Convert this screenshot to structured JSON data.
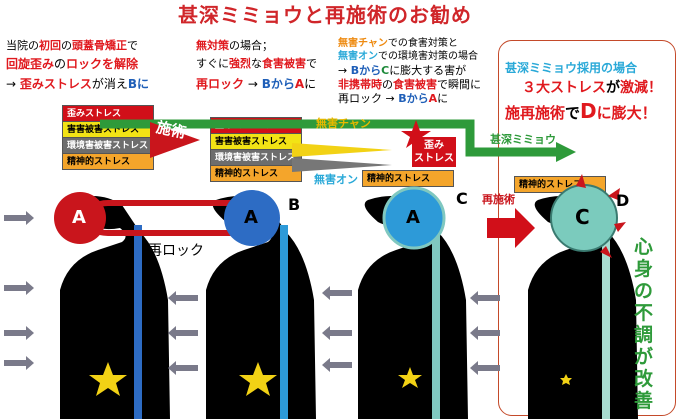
{
  "title": "甚深ミミョウと再施術のお勧め",
  "col1": {
    "l1a": "当院の",
    "l1b": "初回",
    "l1c": "の",
    "l1d": "頭蓋骨矯正",
    "l1e": "で",
    "l2a": "回旋歪み",
    "l2b": "の",
    "l2c": "ロック",
    "l2d": "を解除",
    "l3a": "→ ",
    "l3b": "歪みストレス",
    "l3c": "が消え",
    "l3d": "Bに"
  },
  "col2": {
    "l1a": "無対策",
    "l1b": "の場合；",
    "l2a": "すぐに",
    "l2b": "強烈",
    "l2c": "な",
    "l2d": "食害被害",
    "l2e": "で",
    "l3a": "再ロック",
    "l3b": " → ",
    "l3c": "Bから",
    "l3d": "A",
    "l3e": "に"
  },
  "col3": {
    "l1a": "無害チャン",
    "l1b": "での食害対策と",
    "l2a": "無害オン",
    "l2b": "での環境害対策の場合",
    "l3a": "→ ",
    "l3b": "Bから",
    "l3c": "C",
    "l3d": "に膨大する害が",
    "l4a": "非携帯時",
    "l4b": "の",
    "l4c": "食害被害",
    "l4d": "で瞬間に",
    "l5a": "再ロック",
    "l5b": " → ",
    "l5c": "Bから",
    "l5d": "A",
    "l5e": "に"
  },
  "col4": {
    "l1": "甚深ミミョウ採用の場合",
    "l2a": "３大ストレス",
    "l2b": "が",
    "l2c": "激減",
    "l2d": "！",
    "l3a": "施再施術",
    "l3b": "で",
    "l3c": "D",
    "l3d": "に膨大！"
  },
  "stress": {
    "distortion": "歪みストレス",
    "food": "害害被害ストレス",
    "environment": "環境害被害ストレス",
    "mental": "精神的ストレス",
    "distortion_short": "歪み\nストレス"
  },
  "arrows": {
    "treatment": "施術",
    "mugai_chan": "無害チャン",
    "mugai_on": "無害オン",
    "jinjin": "甚深ミミョウ",
    "retreat": "再施術",
    "relock": "再ロック"
  },
  "heads": [
    "A",
    "A",
    "A",
    "C"
  ],
  "marks": {
    "b": "B",
    "c": "C",
    "d": "D"
  },
  "side_text": "心身の不調が改善"
}
